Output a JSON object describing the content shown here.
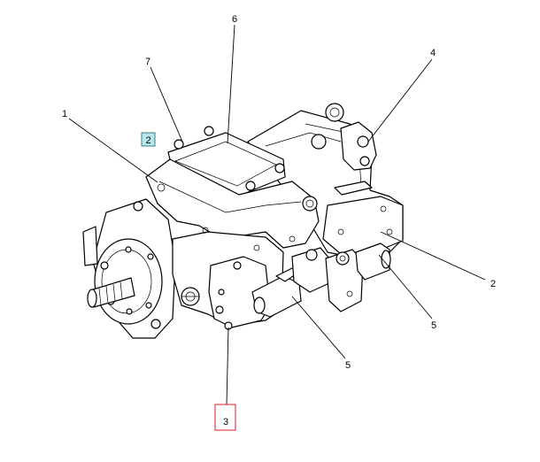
{
  "callouts": [
    {
      "id": "c1",
      "label": "1"
    },
    {
      "id": "c2",
      "label": "2"
    },
    {
      "id": "c2box",
      "label": "2"
    },
    {
      "id": "c3",
      "label": "3"
    },
    {
      "id": "c4",
      "label": "4"
    },
    {
      "id": "c5a",
      "label": "5"
    },
    {
      "id": "c5b",
      "label": "5"
    },
    {
      "id": "c6",
      "label": "6"
    },
    {
      "id": "c7",
      "label": "7"
    }
  ],
  "colors": {
    "highlight_box_border": "#d81b2a",
    "info_box_fill": "#b9e6ea",
    "info_box_border": "#3a7f86",
    "line": "#000000",
    "background": "#ffffff"
  }
}
